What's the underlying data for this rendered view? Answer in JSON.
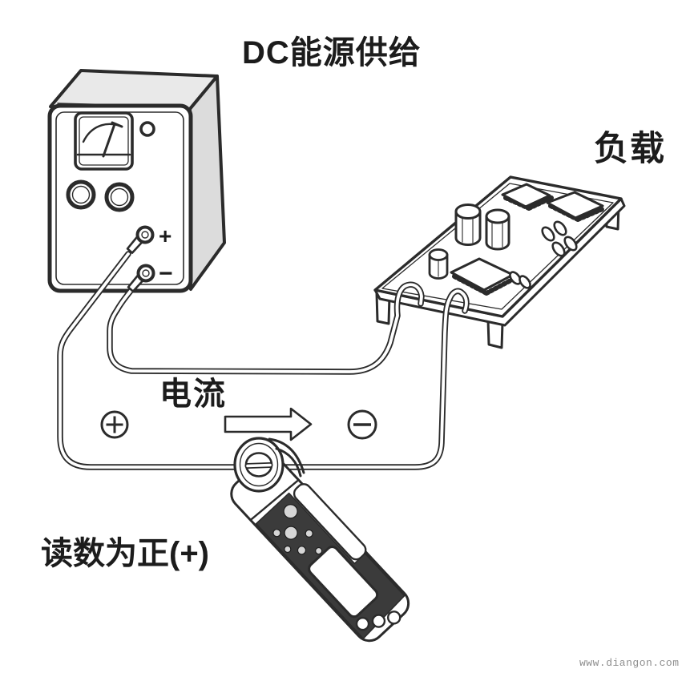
{
  "diagram": {
    "title": "DC能源供给",
    "load_label": "负载",
    "current_label": "电流",
    "reading_label": "读数为正(+)",
    "watermark": "www.diangon.com",
    "power_supply": {
      "positive_terminal_label": "+",
      "negative_terminal_label": "−"
    },
    "polarity": {
      "positive_symbol": "+",
      "negative_symbol": "−"
    },
    "colors": {
      "ink": "#2b2b2b",
      "box_top_face": "#e9e9e9",
      "box_side_face": "#dcdcdc",
      "clamp_panel_dark": "#3b3b3b",
      "watermark_text": "#8f8f8f",
      "background": "#ffffff"
    }
  }
}
